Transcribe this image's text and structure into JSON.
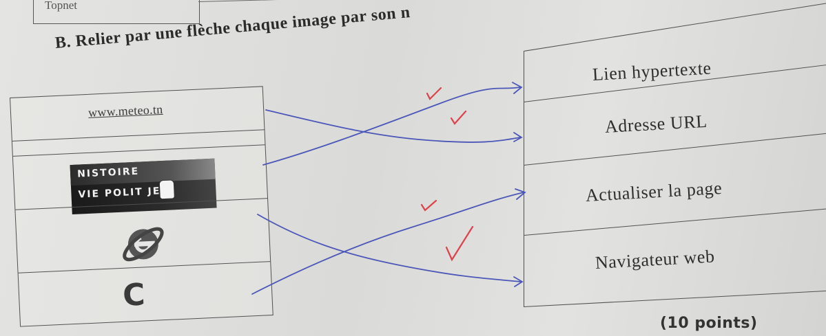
{
  "header": {
    "box_label": "Topnet"
  },
  "instruction": {
    "text": "B. Relier par une flèche chaque image par son n"
  },
  "left_column": {
    "url_text": "www.meteo.tn",
    "menu_items": [
      "NISTOIRE",
      "VIE POLIT  JE >"
    ],
    "icons": [
      "internet-explorer-icon",
      "refresh-icon"
    ],
    "refresh_glyph": "C"
  },
  "right_column": {
    "labels": [
      "Lien hypertexte",
      "Adresse URL",
      "Actualiser la page",
      "Navigateur web"
    ]
  },
  "footer": {
    "points_text": "(10 points)"
  },
  "colors": {
    "pen_blue": "#4a56b8",
    "check_red": "#e0404a",
    "ink": "#2a2a2a",
    "menu_bg": "#1f1f1f"
  }
}
